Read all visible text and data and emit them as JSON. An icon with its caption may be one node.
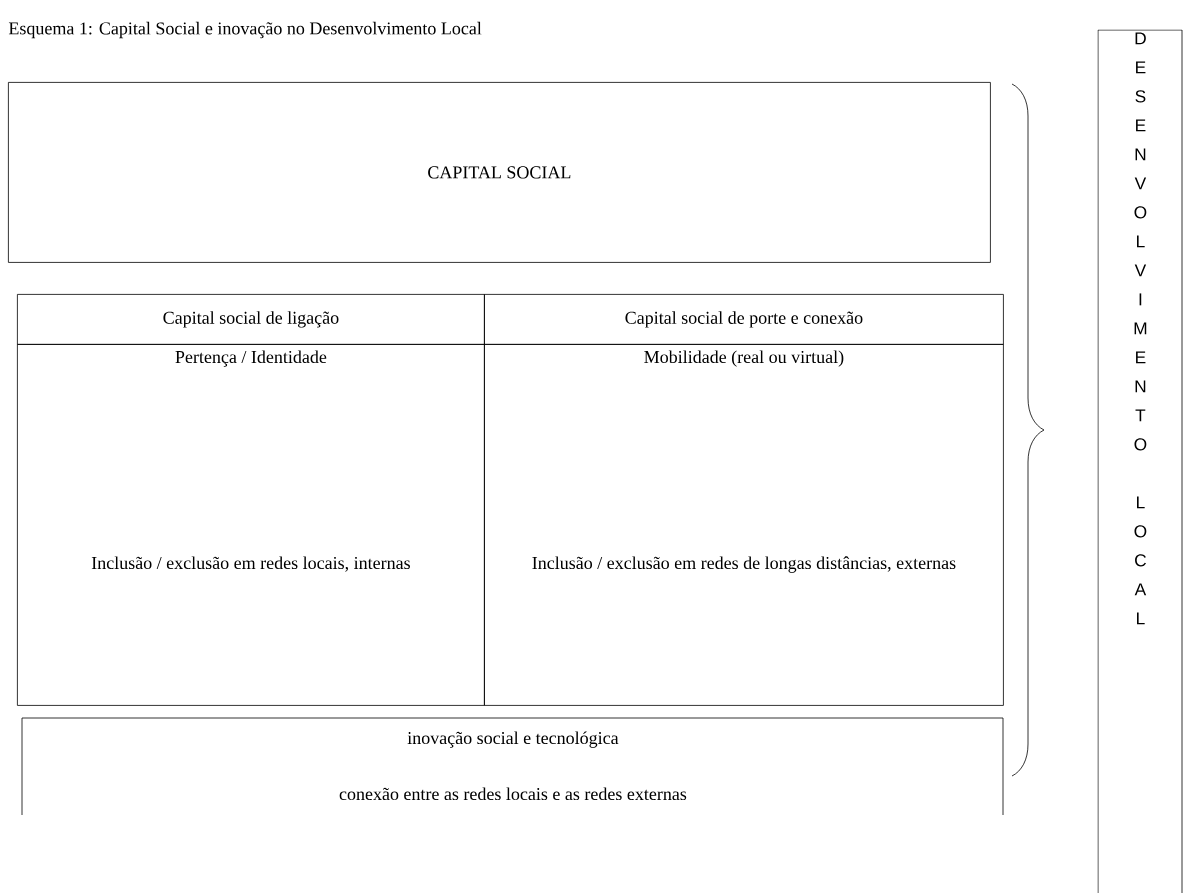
{
  "diagram": {
    "nodes": [
      {
        "text": [
          "CAPITAL SOCIAL"
        ]
      },
      {
        "text": [
          "Capital social de ligação"
        ]
      },
      {
        "text": [
          "Capital social de porte e conexão"
        ]
      },
      {
        "text": [
          "Pertença / Identidade",
          "Inclusão / exclusão em redes locais, internas"
        ]
      },
      {
        "text": [
          "Mobilidade (real ou virtual)",
          "Inclusão / exclusão em redes de longas distâncias, externas"
        ]
      },
      {
        "text": [
          "inovação social e tecnológica",
          "conexão entre as redes locais e as redes externas"
        ]
      },
      {
        "text": [
          "DESENVOLVIMENTO LOCAL"
        ]
      }
    ],
    "labels": [
      "Esquema 1: Capital Social e inovação no Desenvolvimento Local"
    ]
  }
}
